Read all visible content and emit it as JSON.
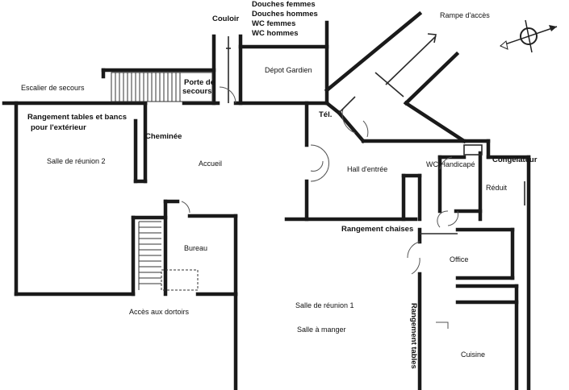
{
  "rooms": {
    "couloir": "Couloir",
    "douches_femmes": "Douches femmes",
    "douches_hommes": "Douches hommes",
    "wc_femmes": "WC femmes",
    "wc_hommes": "WC hommes",
    "rampe": "Rampe d'accès",
    "escalier": "Escalier de secours",
    "porte_secours_1": "Porte de",
    "porte_secours_2": "secours",
    "depot": "Dépot Gardien",
    "rangement_tables_bancs_1": "Rangement tables et bancs",
    "rangement_tables_bancs_2": "pour l'extérieur",
    "tel": "Tél.",
    "cheminee": "Cheminée",
    "salle_reunion_2": "Salle de réunion 2",
    "accueil": "Accueil",
    "hall": "Hall d'entrée",
    "wc_handicape": "WC Handicapé",
    "congelateur": "Congelateur",
    "reduit": "Réduit",
    "rangement_chaises": "Rangement chaises",
    "bureau": "Bureau",
    "office": "Office",
    "acces_dortoirs": "Accès aux dortoirs",
    "salle_reunion_1": "Salle de réunion 1",
    "salle_manger": "Salle à manger",
    "rangement_tables": "Rangement tables",
    "cuisine": "Cuisine"
  },
  "icons": {
    "compass": "compass-icon"
  },
  "colors": {
    "wall": "#1a1a1a",
    "background": "#ffffff"
  }
}
